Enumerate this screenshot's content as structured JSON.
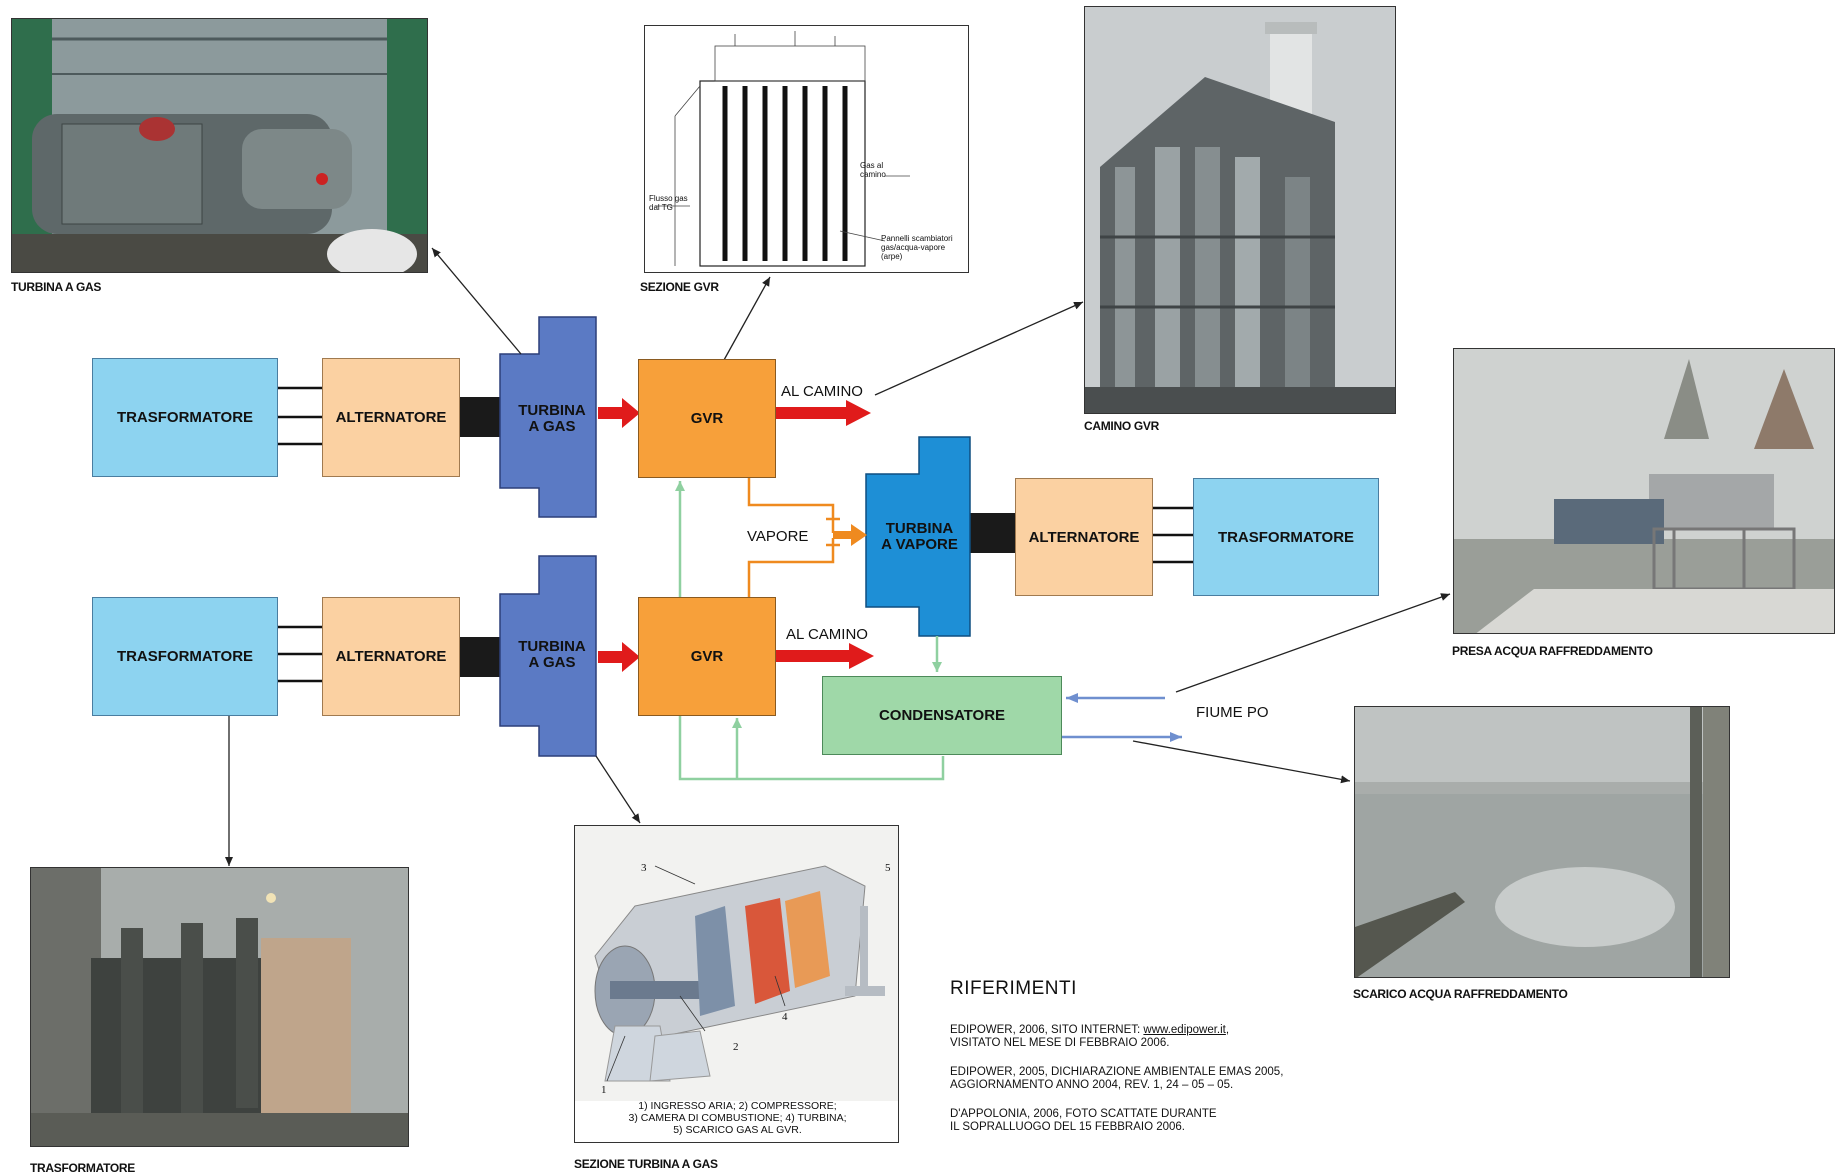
{
  "blocks": {
    "trasformatore": "TRASFORMATORE",
    "alternatore": "ALTERNATORE",
    "turbina_gas_line1": "TURBINA",
    "turbina_gas_line2": "A GAS",
    "gvr": "GVR",
    "turbina_vapore_line1": "TURBINA",
    "turbina_vapore_line2": "A VAPORE",
    "condensatore": "CONDENSATORE"
  },
  "flows": {
    "al_camino": "AL CAMINO",
    "vapore": "VAPORE",
    "fiume_po": "FIUME PO"
  },
  "captions": {
    "turbina_a_gas": "TURBINA A GAS",
    "sezione_gvr": "SEZIONE GVR",
    "camino_gvr": "CAMINO GVR",
    "presa_acqua": "PRESA ACQUA RAFFREDDAMENTO",
    "scarico_acqua": "SCARICO ACQUA RAFFREDDAMENTO",
    "trasformatore": "TRASFORMATORE",
    "sezione_turbina_gas": "SEZIONE TURBINA A GAS"
  },
  "gvr_section_labels": {
    "flusso_gas": "Flusso gas dal TG",
    "gas_camino": "Gas al camino",
    "pannelli": "Pannelli scambiatori gas/acqua-vapore (arpe)"
  },
  "turbine_section": {
    "numbers": [
      "1",
      "2",
      "3",
      "4",
      "5"
    ],
    "legend_line1": "1) INGRESSO ARIA; 2) COMPRESSORE;",
    "legend_line2": "3) CAMERA DI COMBUSTIONE; 4) TURBINA;",
    "legend_line3": "5) SCARICO GAS AL GVR."
  },
  "references": {
    "title": "RIFERIMENTI",
    "ref1_line1_prefix": "EDIPOWER, 2006, SITO INTERNET: ",
    "ref1_link": "www.edipower.it",
    "ref1_line1_suffix": ",",
    "ref1_line2": "VISITATO NEL MESE DI FEBBRAIO 2006.",
    "ref2_line1": "EDIPOWER, 2005, DICHIARAZIONE AMBIENTALE EMAS 2005,",
    "ref2_line2": "AGGIORNAMENTO ANNO 2004, REV. 1, 24 – 05 – 05.",
    "ref3_line1": "D'APPOLONIA, 2006, FOTO SCATTATE DURANTE",
    "ref3_line2": "IL SOPRALLUOGO DEL 15 FEBBRAIO 2006."
  },
  "colors": {
    "trasformatore": "#8dd3f0",
    "alternatore": "#fbd1a2",
    "turbina_gas": "#5b7ac4",
    "gvr": "#f7a03a",
    "turbina_vapore": "#1e8fd6",
    "condensatore": "#9fd8a8",
    "exhaust_arrow": "#e01b1b",
    "steam_line": "#ef8a1f",
    "water_line": "#8fd0a0",
    "river_arrow": "#6f8fcf"
  }
}
